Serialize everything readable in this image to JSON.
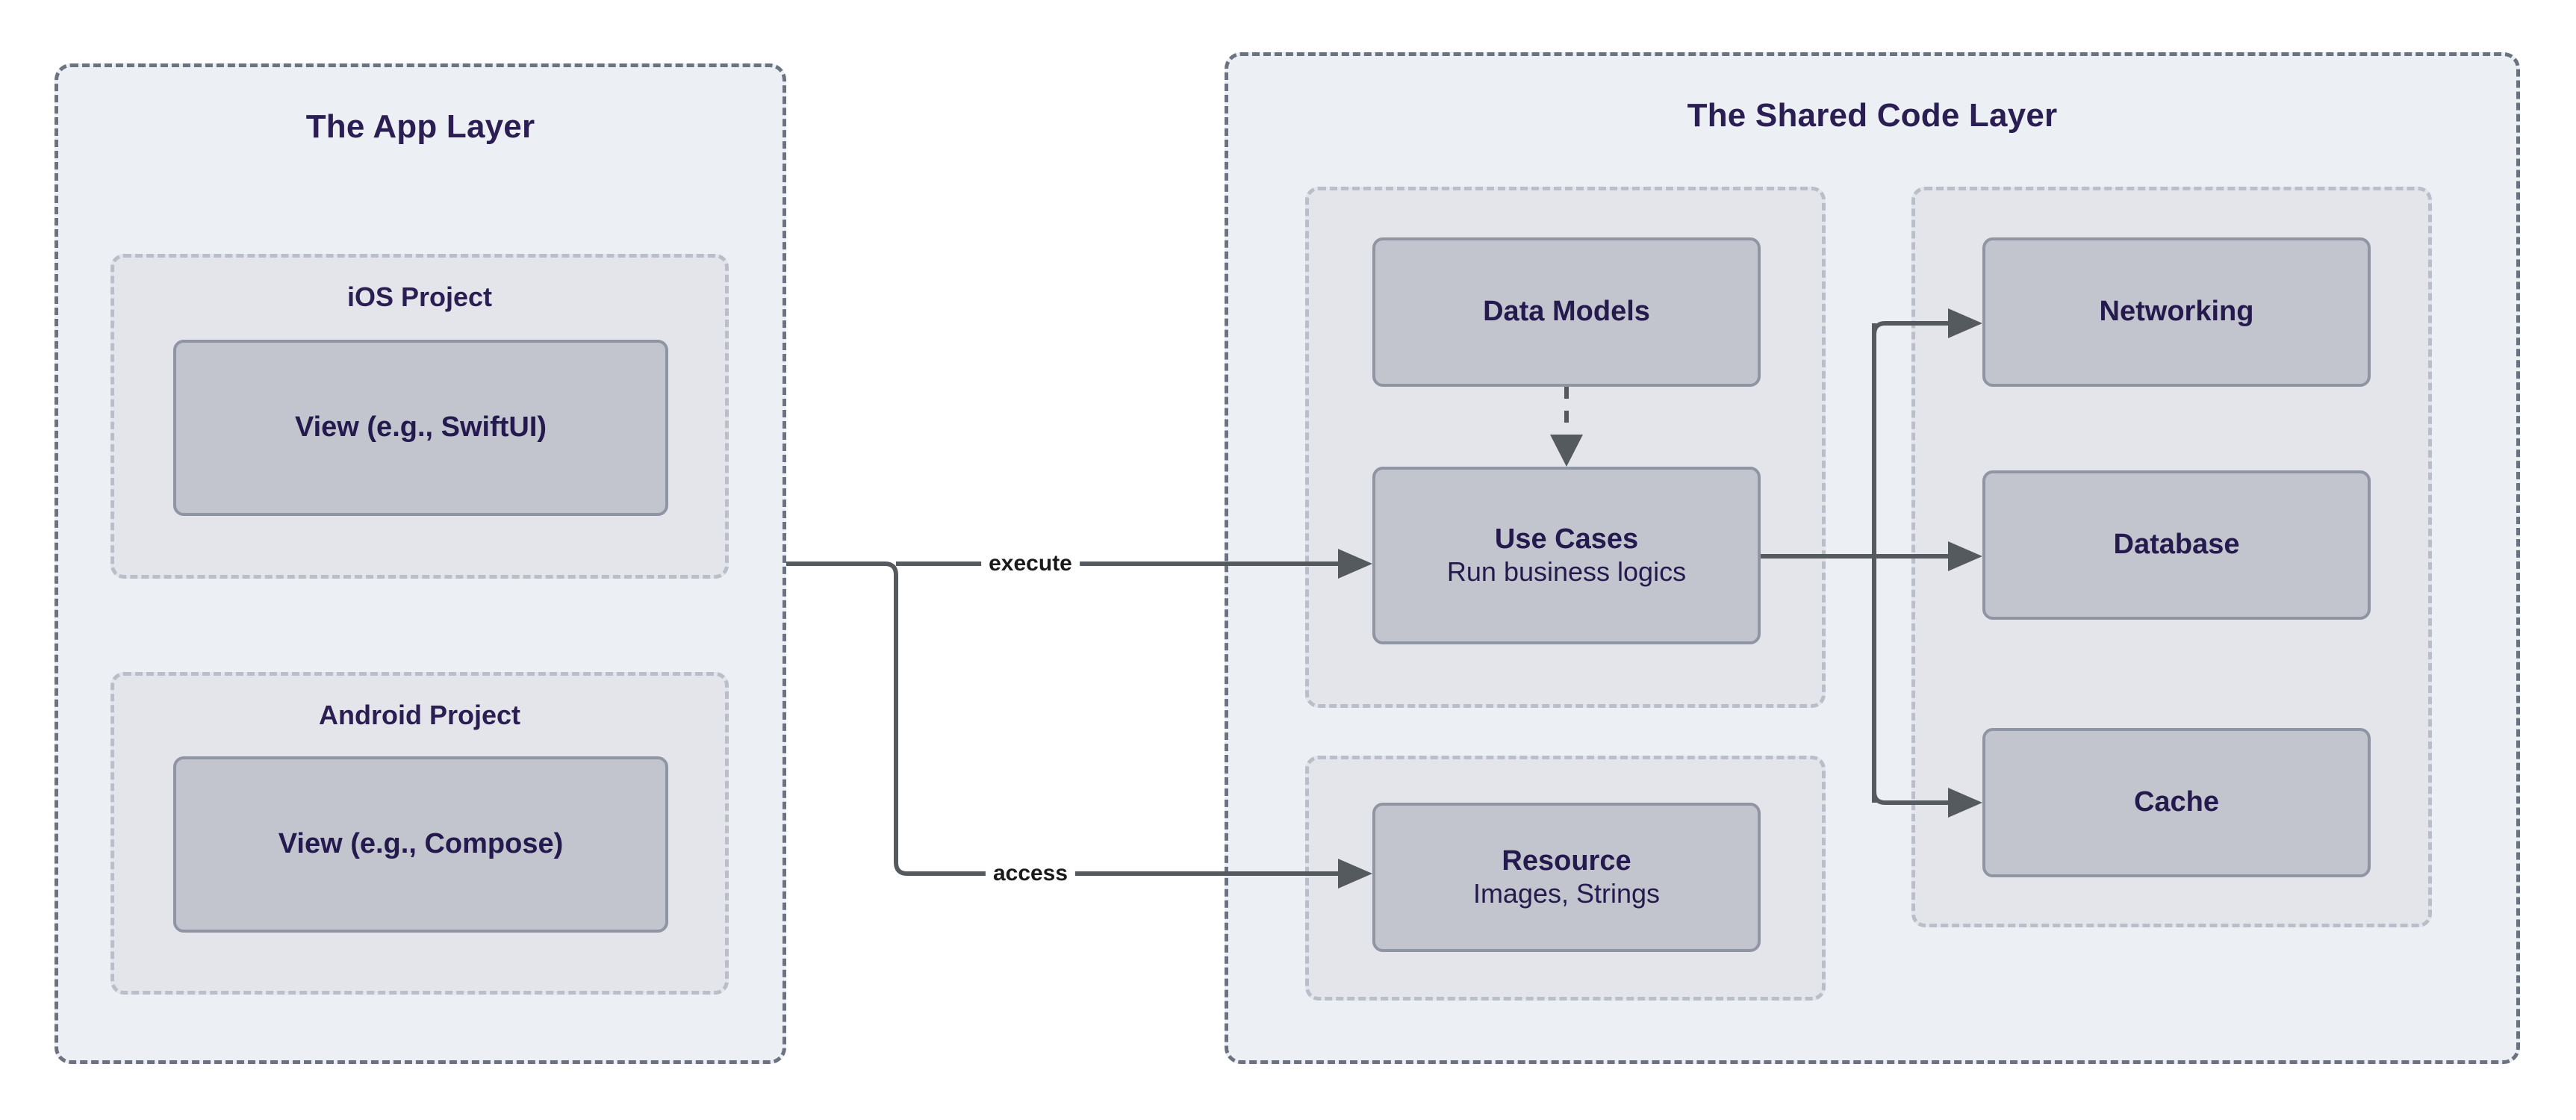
{
  "diagram": {
    "title_not_shown": "",
    "layers": [
      {
        "id": "app-layer",
        "title": "The App Layer",
        "subgroups": [
          {
            "id": "ios-project",
            "title": "iOS Project",
            "nodes": [
              {
                "id": "view-swiftui",
                "primary": "View (e.g., SwiftUI)",
                "secondary": ""
              }
            ]
          },
          {
            "id": "android-project",
            "title": "Android Project",
            "nodes": [
              {
                "id": "view-compose",
                "primary": "View (e.g., Compose)",
                "secondary": ""
              }
            ]
          }
        ]
      },
      {
        "id": "shared-code-layer",
        "title": "The Shared Code Layer",
        "subgroups": [
          {
            "id": "domain-group",
            "title": "",
            "nodes": [
              {
                "id": "data-models",
                "primary": "Data Models",
                "secondary": ""
              },
              {
                "id": "use-cases",
                "primary": "Use Cases",
                "secondary": "Run business logics"
              }
            ]
          },
          {
            "id": "resource-group",
            "title": "",
            "nodes": [
              {
                "id": "resource",
                "primary": "Resource",
                "secondary": "Images, Strings"
              }
            ]
          },
          {
            "id": "infrastructure-group",
            "title": "",
            "nodes": [
              {
                "id": "networking",
                "primary": "Networking",
                "secondary": ""
              },
              {
                "id": "database",
                "primary": "Database",
                "secondary": ""
              },
              {
                "id": "cache",
                "primary": "Cache",
                "secondary": ""
              }
            ]
          }
        ]
      }
    ],
    "edges": [
      {
        "id": "app-to-use-cases",
        "label": "execute",
        "from": "app-layer",
        "to": "use-cases",
        "style": "solid"
      },
      {
        "id": "app-to-resource",
        "label": "access",
        "from": "app-layer",
        "to": "resource",
        "style": "solid"
      },
      {
        "id": "data-models-to-use-cases",
        "label": "",
        "from": "data-models",
        "to": "use-cases",
        "style": "dashed"
      },
      {
        "id": "use-cases-to-networking",
        "label": "",
        "from": "use-cases",
        "to": "networking",
        "style": "solid"
      },
      {
        "id": "use-cases-to-database",
        "label": "",
        "from": "use-cases",
        "to": "database",
        "style": "solid"
      },
      {
        "id": "use-cases-to-cache",
        "label": "",
        "from": "use-cases",
        "to": "cache",
        "style": "solid"
      }
    ],
    "colors": {
      "layer_fill": "#eceff3",
      "layer_border": "#6b7280",
      "subgroup_fill": "#e3e5ea",
      "subgroup_border": "#b9bec9",
      "node_fill": "#c2c5ce",
      "node_border": "#9095a3",
      "node_text": "#241a4d",
      "edge": "#555a5e",
      "background": "#ffffff"
    }
  }
}
